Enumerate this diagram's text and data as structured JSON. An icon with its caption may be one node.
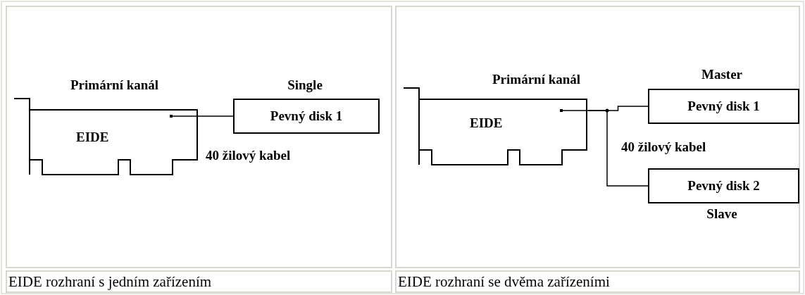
{
  "diagram": {
    "nodes": [
      {
        "text": [
          "Primární kanál",
          "EIDE"
        ]
      },
      {
        "text": [
          "Pevný disk 1"
        ],
        "beside": [
          "Single"
        ]
      },
      {
        "text": [
          "Primární kanál",
          "EIDE"
        ]
      },
      {
        "text": [
          "Pevný disk 1"
        ],
        "beside": [
          "Master"
        ]
      },
      {
        "text": [
          "Pevný disk 2"
        ],
        "beside": [
          "Slave"
        ]
      }
    ],
    "edges": [
      {
        "from": 0,
        "to": 1,
        "arrow": "none",
        "label": "40 žilový kabel"
      },
      {
        "from": 2,
        "to": 3,
        "arrow": "none",
        "label": "40 žilový kabel"
      },
      {
        "from": 2,
        "to": 4,
        "arrow": "none"
      }
    ],
    "labels": [
      "EIDE rozhraní s jedním zařízením",
      "EIDE rozhraní se dvěma zařízeními"
    ]
  }
}
